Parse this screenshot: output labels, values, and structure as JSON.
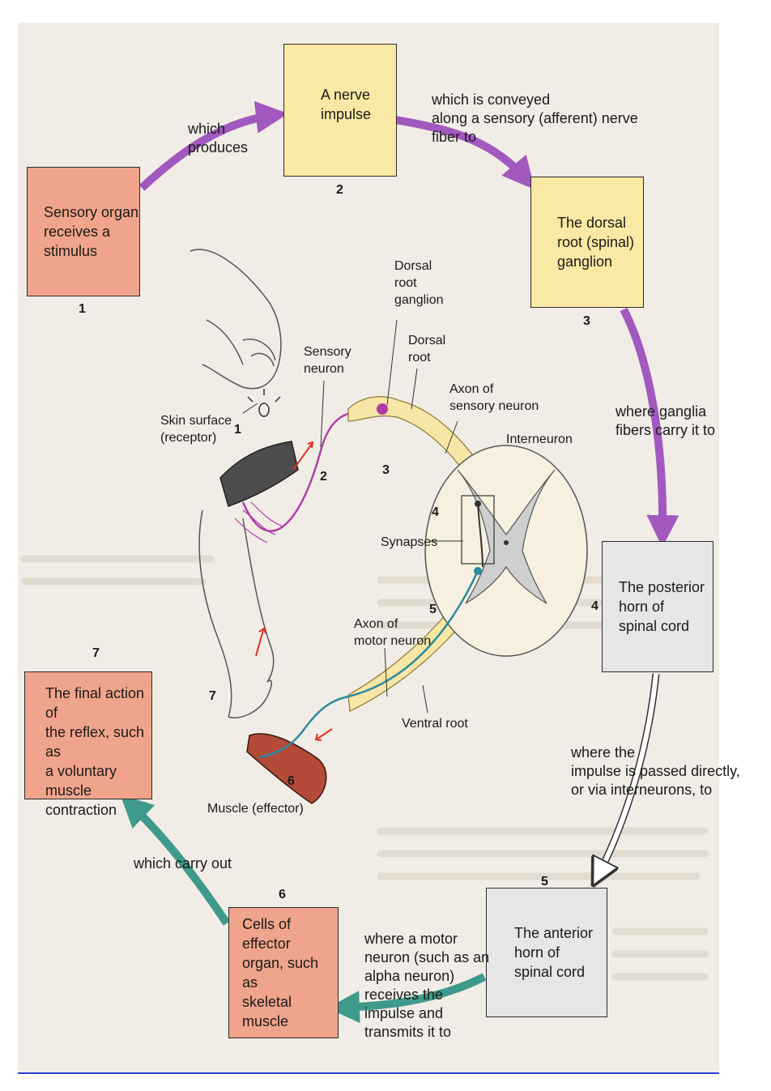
{
  "colors": {
    "purple_arrow": "#a259bf",
    "teal_arrow": "#3f9a8c",
    "gray_arrow": "#ffffff",
    "box_yellow": "#fae9a4",
    "box_gray": "#e6e6e6",
    "box_salmon": "#f0a48b",
    "sensory_neuron": "#b13ea8",
    "motor_neuron": "#2b8aa0",
    "root_fill": "#f8e6a6",
    "impulse_arrow": "#e0301e"
  },
  "boxes": {
    "sensory_organ": "Sensory organ\nreceives a\nstimulus",
    "nerve_impulse": "A nerve\nimpulse",
    "dorsal_root_ganglion": "The dorsal\nroot (spinal)\nganglion",
    "posterior_horn": "The posterior\nhorn of\nspinal cord",
    "anterior_horn": "The anterior\nhorn of\nspinal cord",
    "effector_cells": "Cells of effector\norgan, such as\nskeletal muscle",
    "final_action": "The final action of\nthe reflex, such as\na voluntary muscle\ncontraction"
  },
  "step_numbers": {
    "n1": "1",
    "n2": "2",
    "n3": "3",
    "n4": "4",
    "n5": "5",
    "n6": "6",
    "n7": "7"
  },
  "connectors": {
    "which_produces": "which\nproduces",
    "which_is_conveyed": "which is conveyed\nalong a sensory (afferent) nerve\nfiber to",
    "where_ganglia": "where ganglia\nfibers carry it to",
    "where_impulse_passed": "where the\nimpulse is passed directly,\nor via interneurons, to",
    "where_motor_neuron": "where a motor\nneuron (such as an\nalpha neuron)\nreceives the\nimpulse and\ntransmits it to",
    "which_carry_out": "which carry out"
  },
  "illustration": {
    "dorsal_root_ganglion": "Dorsal\nroot\nganglion",
    "dorsal_root": "Dorsal\nroot",
    "sensory_neuron": "Sensory\nneuron",
    "axon_sensory": "Axon of\nsensory neuron",
    "interneuron": "Interneuron",
    "skin_surface": "Skin surface\n(receptor)",
    "synapses": "Synapses",
    "axon_motor": "Axon of\nmotor neuron",
    "ventral_root": "Ventral root",
    "muscle": "Muscle (effector)",
    "num_1": "1",
    "num_2": "2",
    "num_3": "3",
    "num_4": "4",
    "num_5": "5",
    "num_6": "6",
    "num_7": "7"
  }
}
